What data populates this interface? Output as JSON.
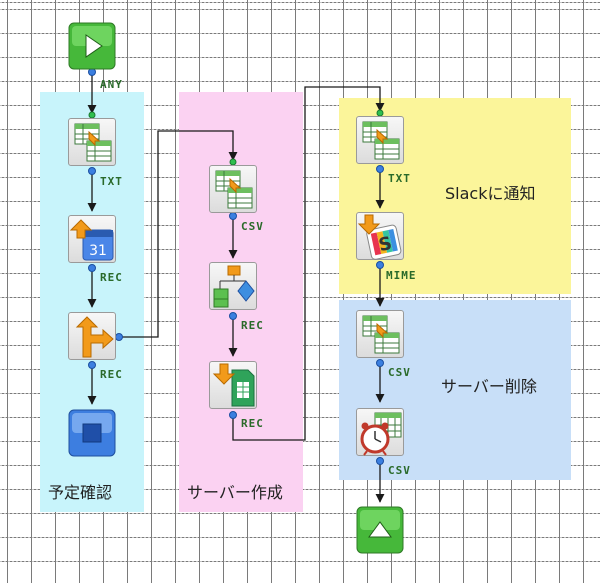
{
  "groups": {
    "g1_label": "予定確認",
    "g2_label": "サーバー作成",
    "g3_label": "Slackに通知",
    "g4_label": "サーバー削除"
  },
  "colors": {
    "cyan_group": "#c8f4fb",
    "pink_group": "#fbd2f2",
    "yellow_group": "#fbf59a",
    "blue_group": "#c8dff8",
    "wire": "#1a1a1a"
  },
  "tags": {
    "t_any": "ANY",
    "t_txt1": "TXT",
    "t_rec1": "REC",
    "t_rec2": "REC",
    "t_csv1": "CSV",
    "t_rec3": "REC",
    "t_rec4": "REC",
    "t_txt2": "TXT",
    "t_mime": "MIME",
    "t_csv2": "CSV",
    "t_csv3": "CSV"
  },
  "icons": [
    "start-play-icon",
    "spreadsheet-convert-icon",
    "calendar-31-upload-icon",
    "branch-icon",
    "stop-icon",
    "spreadsheet-convert-icon",
    "hierarchy-icon",
    "google-sheets-download-icon",
    "spreadsheet-convert-icon",
    "slack-icon",
    "spreadsheet-convert-icon",
    "alarm-clock-calendar-icon",
    "end-eject-icon"
  ]
}
